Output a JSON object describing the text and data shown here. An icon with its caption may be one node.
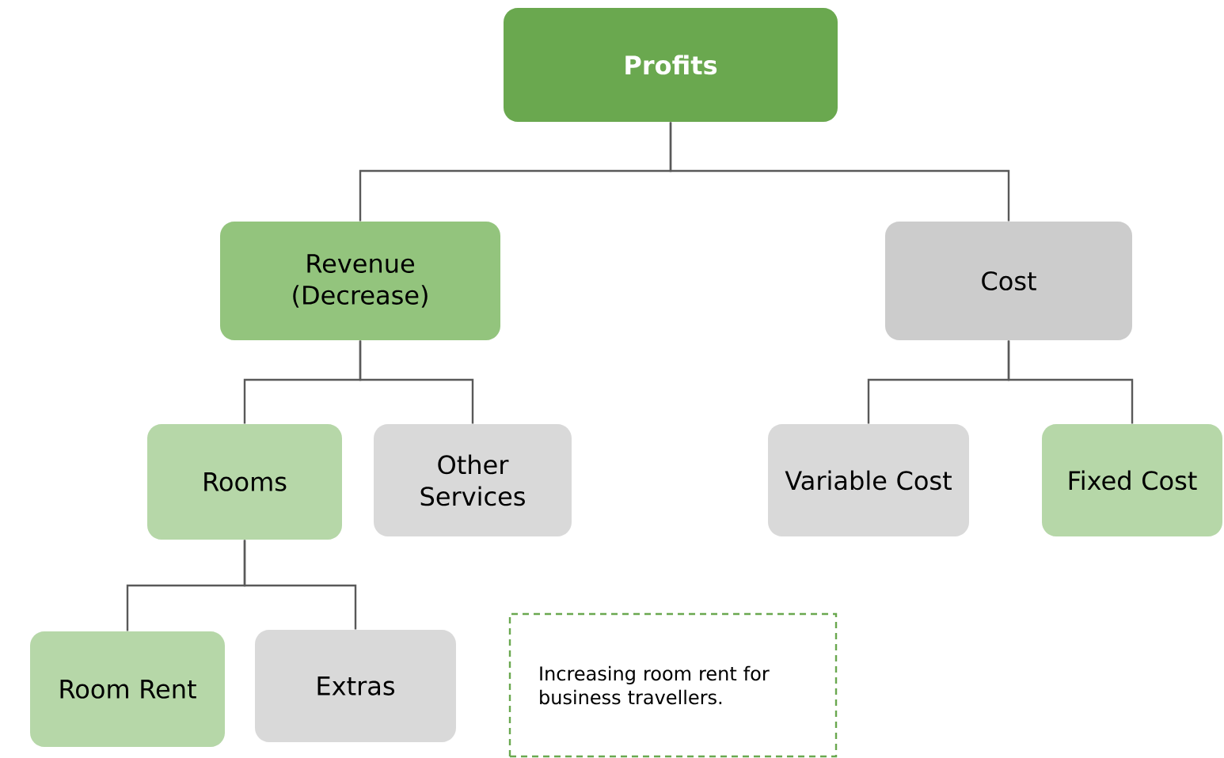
{
  "diagram": {
    "nodes": [
      {
        "text": [
          "Profits"
        ]
      },
      {
        "text": [
          "Revenue (Decrease)"
        ]
      },
      {
        "text": [
          "Cost"
        ]
      },
      {
        "text": [
          "Rooms"
        ]
      },
      {
        "text": [
          "Other Services"
        ]
      },
      {
        "text": [
          "Variable Cost"
        ]
      },
      {
        "text": [
          "Fixed Cost"
        ]
      },
      {
        "text": [
          "Room Rent"
        ]
      },
      {
        "text": [
          "Extras"
        ]
      },
      {
        "text": [
          "Increasing room rent for business travellers."
        ]
      }
    ],
    "edges": [
      {
        "from": 0,
        "to": 1,
        "arrow": "none"
      },
      {
        "from": 0,
        "to": 2,
        "arrow": "none"
      },
      {
        "from": 1,
        "to": 3,
        "arrow": "none"
      },
      {
        "from": 1,
        "to": 4,
        "arrow": "none"
      },
      {
        "from": 2,
        "to": 5,
        "arrow": "none"
      },
      {
        "from": 2,
        "to": 6,
        "arrow": "none"
      },
      {
        "from": 3,
        "to": 7,
        "arrow": "none"
      },
      {
        "from": 3,
        "to": 8,
        "arrow": "none"
      }
    ]
  }
}
